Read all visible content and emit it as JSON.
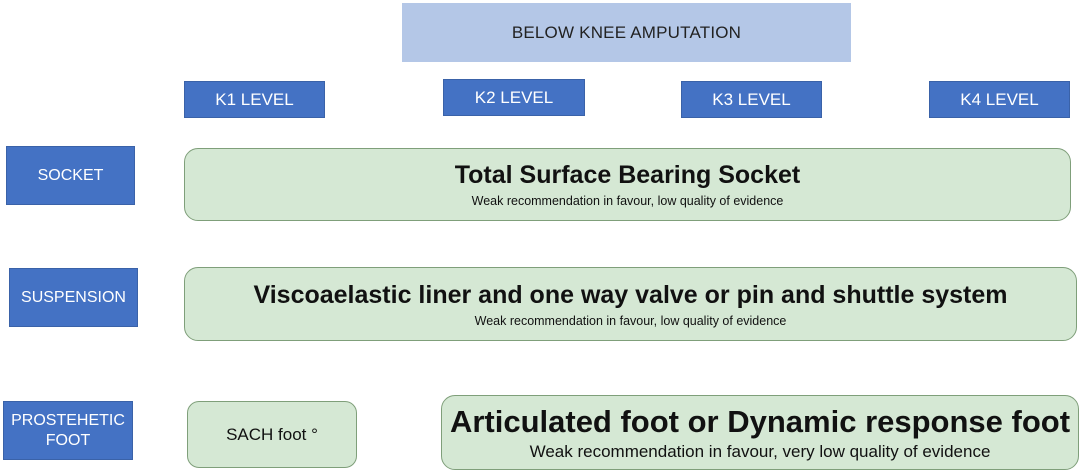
{
  "title": "BELOW KNEE AMPUTATION",
  "levels": [
    "K1 LEVEL",
    "K2 LEVEL",
    "K3 LEVEL",
    "K4 LEVEL"
  ],
  "rows": {
    "socket": {
      "label": "SOCKET",
      "recommendation": "Total Surface Bearing Socket",
      "evidence": "Weak recommendation in favour, low quality of evidence"
    },
    "suspension": {
      "label": "SUSPENSION",
      "recommendation": "Viscoaelastic liner and one way valve or pin and shuttle system",
      "evidence": "Weak recommendation in favour, low quality of evidence"
    },
    "foot": {
      "label_line1": "PROSTEHETIC",
      "label_line2": "FOOT",
      "sach": "SACH foot °",
      "recommendation": "Articulated foot or Dynamic response foot",
      "evidence": "Weak recommendation in favour, very low quality of evidence"
    }
  },
  "colors": {
    "title_fill": "#b4c7e7",
    "level_fill": "#4472c4",
    "recommendation_fill": "#d5e8d4"
  }
}
